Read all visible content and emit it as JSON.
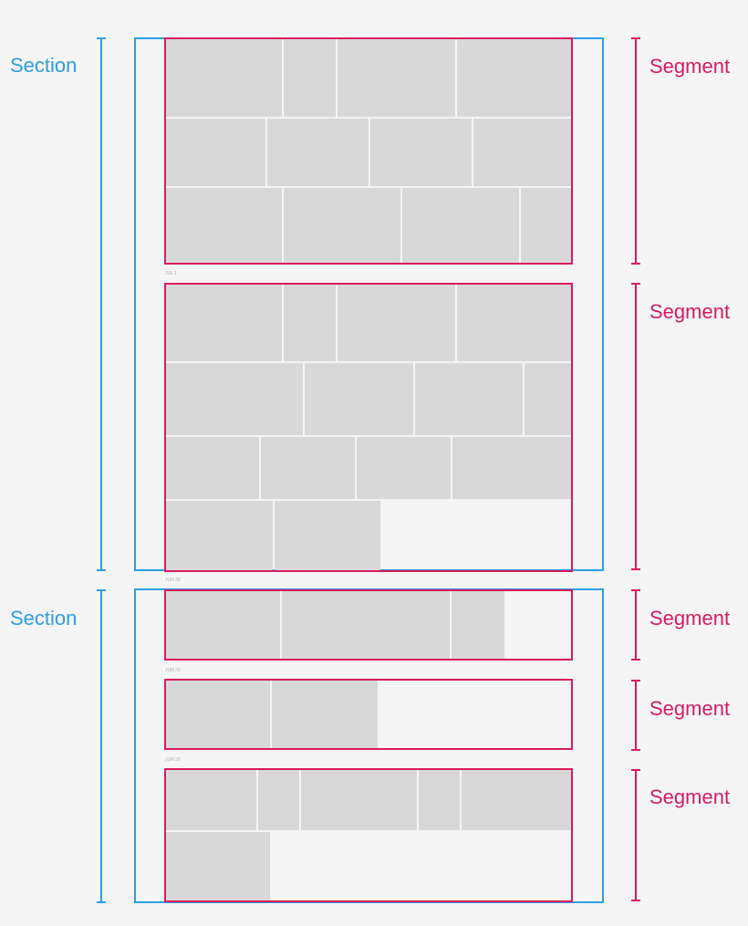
{
  "colors": {
    "background": "#f5f5f5",
    "section": "#2d9ee0",
    "segment": "#d81b60",
    "tile": "#d8d8d8"
  },
  "labels": {
    "section": "Section",
    "segment": "Segment"
  },
  "sections": [
    {
      "label": "Section",
      "segments": [
        "Segment",
        "Segment"
      ],
      "dates": [
        "JUL 1"
      ]
    },
    {
      "label": "Section",
      "segments": [
        "Segment",
        "Segment",
        "Segment"
      ],
      "dates": [
        "JUN 28",
        "JUN 29",
        "JUN 28"
      ]
    }
  ]
}
